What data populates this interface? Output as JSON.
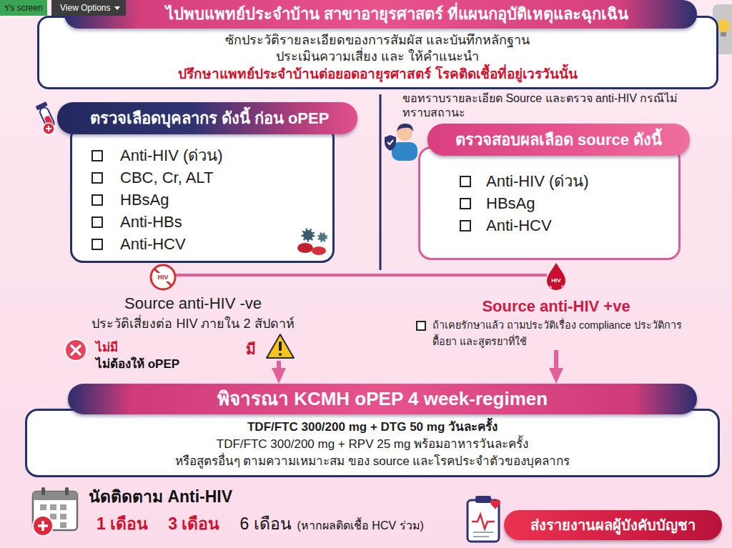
{
  "diagram": {
    "nodes": [
      {
        "text": [
          "ไปพบแพทย์ประจำบ้าน สาขาอายุรศาสตร์ ที่แผนกอุบัติเหตุและฉุกเฉิน",
          "ซักประวัติรายละเอียดของการสัมผัส และบันทึกหลักฐาน",
          "ประเมินความเสี่ยง และ ให้คำแนะนำ",
          "ปรึกษาแพทย์ประจำบ้านต่อยอดอายุรศาสตร์ โรคติดเชื้อที่อยู่เวรวันนั้น"
        ]
      },
      {
        "text": [
          "ตรวจเลือดบุคลากร ดังนี้ ก่อน oPEP",
          "Anti-HIV (ด่วน)",
          "CBC, Cr, ALT",
          "HBsAg",
          "Anti-HBs",
          "Anti-HCV"
        ]
      },
      {
        "text": [
          "ตรวจสอบผลเลือด source ดังนี้",
          "Anti-HIV (ด่วน)",
          "HBsAg",
          "Anti-HCV"
        ]
      },
      {
        "text": [
          "Source anti-HIV -ve",
          "ประวัติเสี่ยงต่อ HIV ภายใน 2 สัปดาห์"
        ]
      },
      {
        "text": [
          "Source anti-HIV +ve",
          "ถ้าเคยรักษาแล้ว ถามประวัติเรื่อง compliance ประวัติการดื้อยา และสูตรยาที่ใช้"
        ]
      },
      {
        "text": [
          "พิจารณา KCMH oPEP 4 week-regimen",
          "TDF/FTC 300/200 mg + DTG 50 mg วันละครั้ง",
          "TDF/FTC 300/200 mg + RPV 25 mg พร้อมอาหารวันละครั้ง",
          "หรือสูตรอื่นๆ ตามความเหมาะสม ของ source และโรคประจำตัวของบุคลากร"
        ]
      },
      {
        "text": [
          "ส่งรายงานผลผู้บังคับบัญชา"
        ]
      }
    ],
    "edges": [
      {
        "from": 3,
        "to": 5,
        "arrow": "to"
      },
      {
        "from": 4,
        "to": 5,
        "arrow": "to"
      }
    ],
    "labels": [
      "ร's screen",
      "View Options",
      "ขอทราบรายละเอียด Source และตรวจ anti-HIV กรณีไม่ทราบสถานะ",
      "HIV",
      "HIV",
      "ไม่มี",
      "ไม่ต้องให้ oPEP",
      "มี",
      "นัดติดตาม Anti-HIV",
      "1 เดือน",
      "3 เดือน",
      "6 เดือน",
      "(หากผลติดเชื้อ HCV ร่วม)"
    ]
  }
}
